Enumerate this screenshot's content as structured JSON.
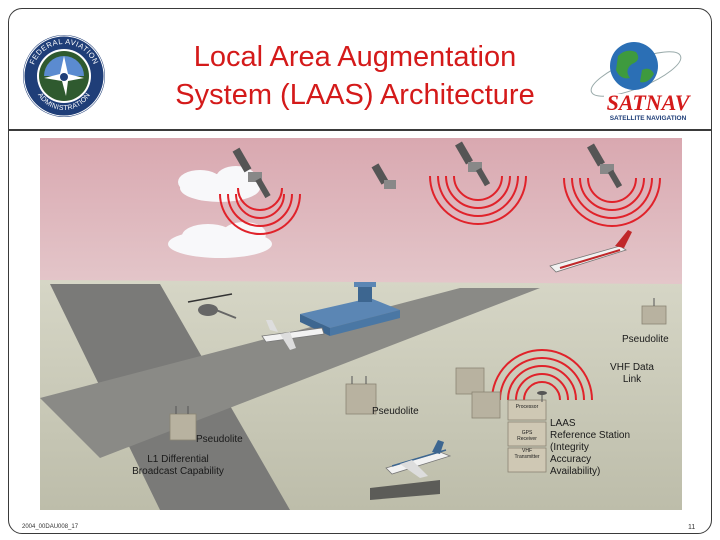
{
  "title_line1": "Local Area Augmentation",
  "title_line2": "System (LAAS) Architecture",
  "logos": {
    "faa_text_top": "FEDERAL AVIATION",
    "faa_text_bottom": "ADMINISTRATION",
    "satnav_wordmark": "SATNAV",
    "satnav_tagline": "SATELLITE NAVIGATION"
  },
  "labels": {
    "pseudolite_right": "Pseudolite",
    "vhf_line1": "VHF Data",
    "vhf_line2": "Link",
    "pseudolite_center": "Pseudolite",
    "pseudolite_left": "Pseudolite",
    "l1_line1": "L1 Differential",
    "l1_line2": "Broadcast Capability",
    "laas_line1": "LAAS",
    "laas_line2": "Reference Station",
    "laas_line3": "(Integrity",
    "laas_line4": "Accuracy",
    "laas_line5": "Availability)",
    "processor": "Processor",
    "gps_receiver_1": "GPS",
    "gps_receiver_2": "Receiver",
    "vhf_transmitter_1": "VHF",
    "vhf_transmitter_2": "Transmitter"
  },
  "footer": {
    "left": "2004_00DAU008_17",
    "page": "11"
  },
  "colors": {
    "title": "#d41a1a",
    "signal": "#e0222a"
  }
}
